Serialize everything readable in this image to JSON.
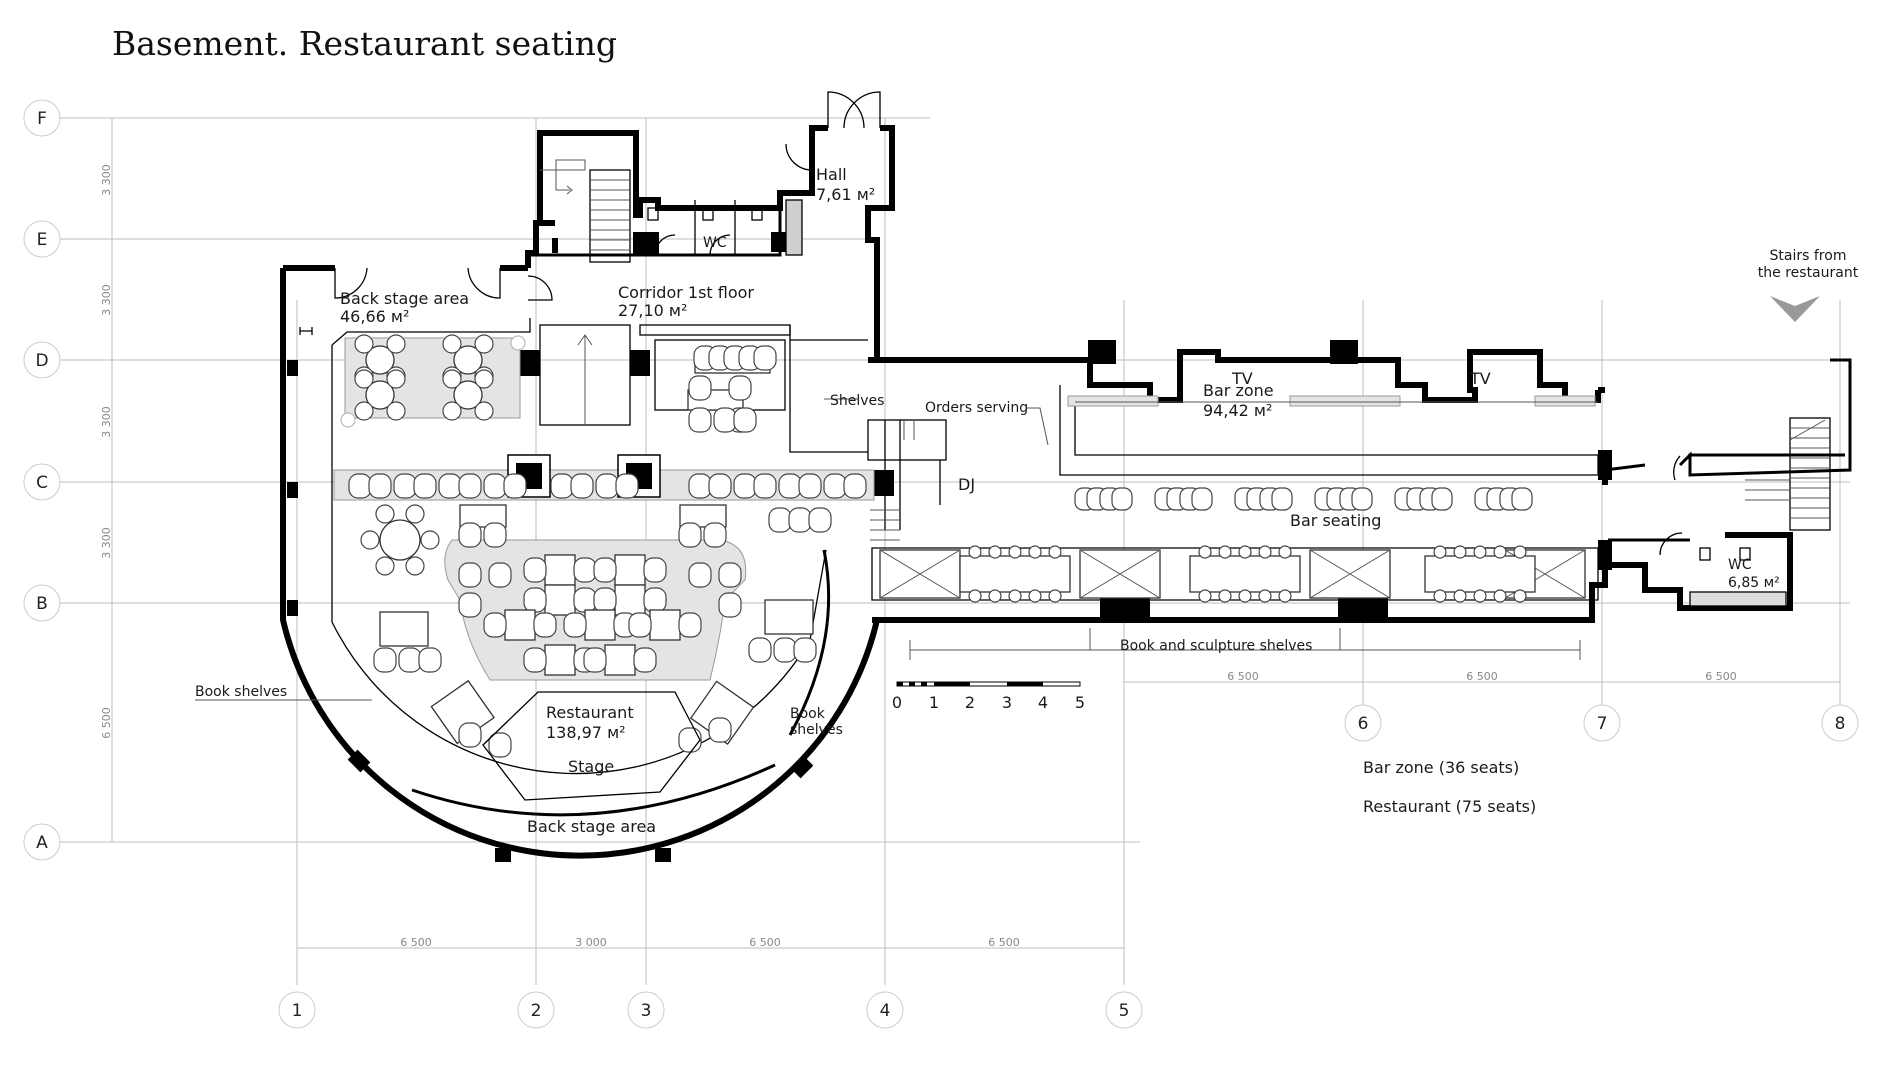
{
  "title": "Basement. Restaurant seating",
  "axes": {
    "rows": [
      {
        "label": "F"
      },
      {
        "label": "E"
      },
      {
        "label": "D"
      },
      {
        "label": "C"
      },
      {
        "label": "B"
      },
      {
        "label": "A"
      }
    ],
    "columns": [
      {
        "label": "1"
      },
      {
        "label": "2"
      },
      {
        "label": "3"
      },
      {
        "label": "4"
      },
      {
        "label": "5"
      },
      {
        "label": "6"
      },
      {
        "label": "7"
      },
      {
        "label": "8"
      }
    ]
  },
  "dimensions": {
    "vertical": [
      "3 300",
      "3 300",
      "3 300",
      "3 300",
      "6 500"
    ],
    "bottom": [
      "6 500",
      "3 000",
      "6 500",
      "6 500"
    ],
    "right": [
      "6 500",
      "6 500",
      "6 500"
    ]
  },
  "rooms": {
    "hall": {
      "name": "Hall",
      "area": "7,61 м²"
    },
    "wc_top": {
      "name": "WC"
    },
    "corridor": {
      "name": "Corridor 1st floor",
      "area": "27,10 м²"
    },
    "backstage_top": {
      "name": "Back stage area",
      "area": "46,66 м²"
    },
    "restaurant": {
      "name": "Restaurant",
      "area": "138,97 м²"
    },
    "stage": {
      "name": "Stage"
    },
    "backstage_bottom": {
      "name": "Back stage area"
    },
    "bar_zone": {
      "name": "Bar zone",
      "area": "94,42 м²"
    },
    "bar_seating": {
      "name": "Bar seating"
    },
    "wc_right": {
      "name": "WC",
      "area": "6,85 м²"
    }
  },
  "annotations": {
    "shelves": "Shelves",
    "orders_serving": "Orders serving",
    "dj": "DJ",
    "tv_1": "TV",
    "tv_2": "TV",
    "book_shelves_left": "Book shelves",
    "book_shelves_right_1": "Book",
    "book_shelves_right_2": "shelves",
    "book_sculpture_shelves": "Book and sculpture shelves",
    "stairs_line_1": "Stairs from",
    "stairs_line_2": "the restaurant"
  },
  "scale_bar": {
    "ticks": [
      "0",
      "1",
      "2",
      "3",
      "4",
      "5"
    ]
  },
  "legend": {
    "bar_zone_seats": "Bar zone (36 seats)",
    "restaurant_seats": "Restaurant (75 seats)"
  }
}
